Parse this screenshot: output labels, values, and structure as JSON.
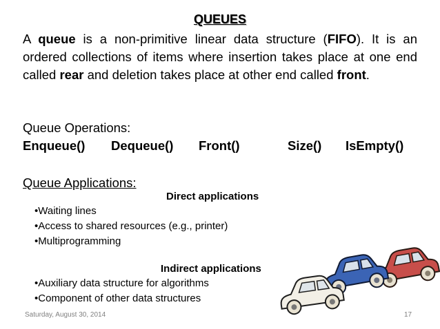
{
  "slide": {
    "title": "QUEUES",
    "intro": {
      "t1": "A ",
      "b1": "queue",
      "t2": " is a non-primitive linear data structure (",
      "b2": "FIFO",
      "t3": "). It is an ordered collections of items where insertion takes place at one end called ",
      "b3": "rear",
      "t4": " and deletion takes place at other end called ",
      "b4": "front",
      "t5": "."
    },
    "operations": {
      "heading": "Queue Operations:",
      "items": [
        "Enqueue()",
        "Dequeue()",
        "Front()",
        "Size()",
        "IsEmpty()"
      ]
    },
    "applications": {
      "heading": "Queue Applications:",
      "direct": {
        "heading": "Direct applications",
        "items": [
          "Waiting lines",
          "Access to shared resources (e.g., printer)",
          "Multiprogramming"
        ]
      },
      "indirect": {
        "heading": "Indirect applications",
        "items": [
          "Auxiliary data structure for algorithms",
          "Component of other data structures"
        ]
      }
    },
    "footer": {
      "date": "Saturday, August 30, 2014",
      "page_number": "17"
    },
    "illustration": {
      "icon": "queue-of-cars-illustration",
      "car_colors": [
        "#f2efe6",
        "#3b64b5",
        "#c84e4a"
      ]
    }
  }
}
